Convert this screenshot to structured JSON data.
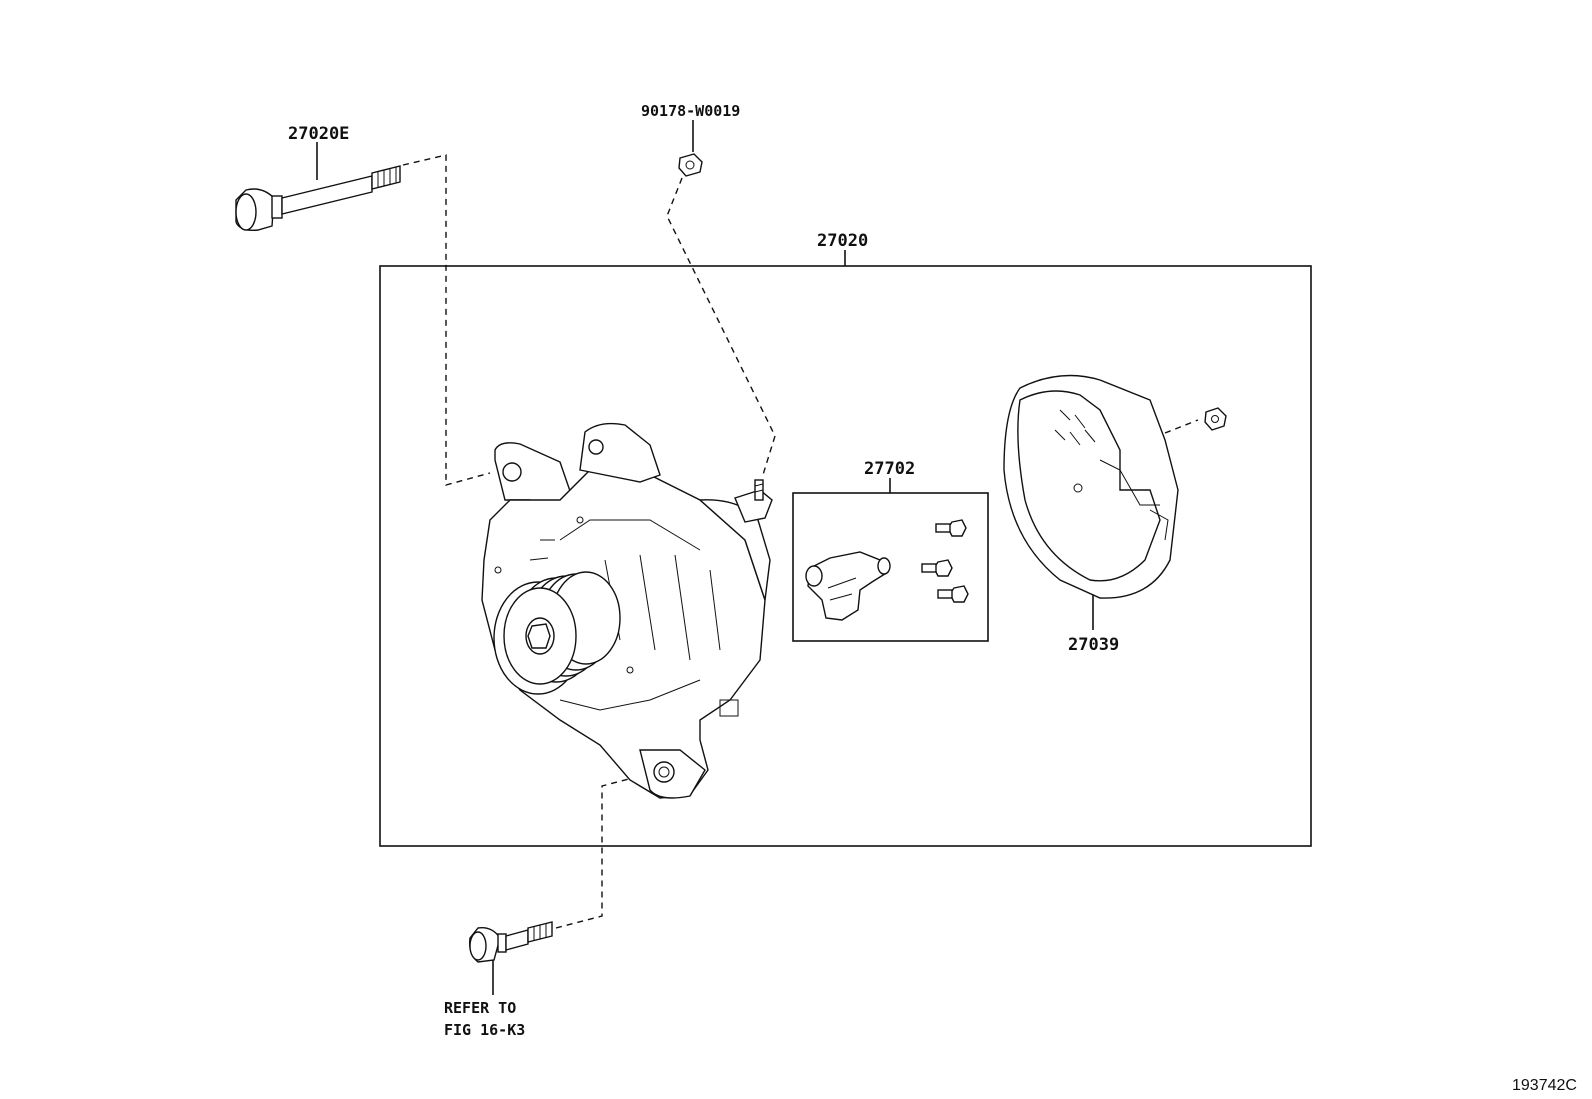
{
  "labels": {
    "bolt_upper": "27020E",
    "nut_top": "90178-W0019",
    "alternator_assy": "27020",
    "terminal_kit": "27702",
    "rear_cover": "27039",
    "refer_line1": "REFER TO",
    "refer_line2": "FIG 16-K3"
  },
  "figure_code": "193742C"
}
